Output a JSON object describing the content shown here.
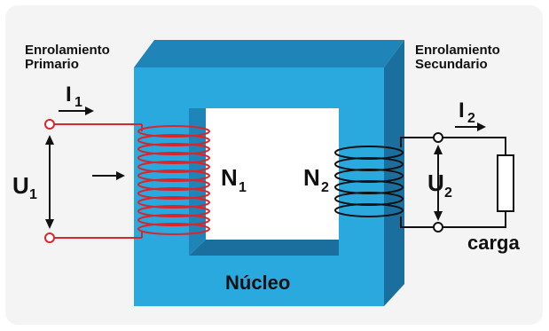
{
  "diagram": {
    "primary_winding_label_line1": "Enrolamiento",
    "primary_winding_label_line2": "Primario",
    "secondary_winding_label_line1": "Enrolamiento",
    "secondary_winding_label_line2": "Secundario",
    "current_1": "I",
    "current_1_sub": "1",
    "current_2": "I",
    "current_2_sub": "2",
    "voltage_1": "U",
    "voltage_1_sub": "1",
    "voltage_2": "U",
    "voltage_2_sub": "2",
    "turns_1": "N",
    "turns_1_sub": "1",
    "turns_2": "N",
    "turns_2_sub": "2",
    "core_label": "Núcleo",
    "load_label": "carga"
  },
  "colors": {
    "core_front": "#2aa9df",
    "core_top": "#1f84b8",
    "core_side": "#1b6f9e",
    "primary_wire": "#d8262c",
    "secondary_wire": "#111111"
  }
}
